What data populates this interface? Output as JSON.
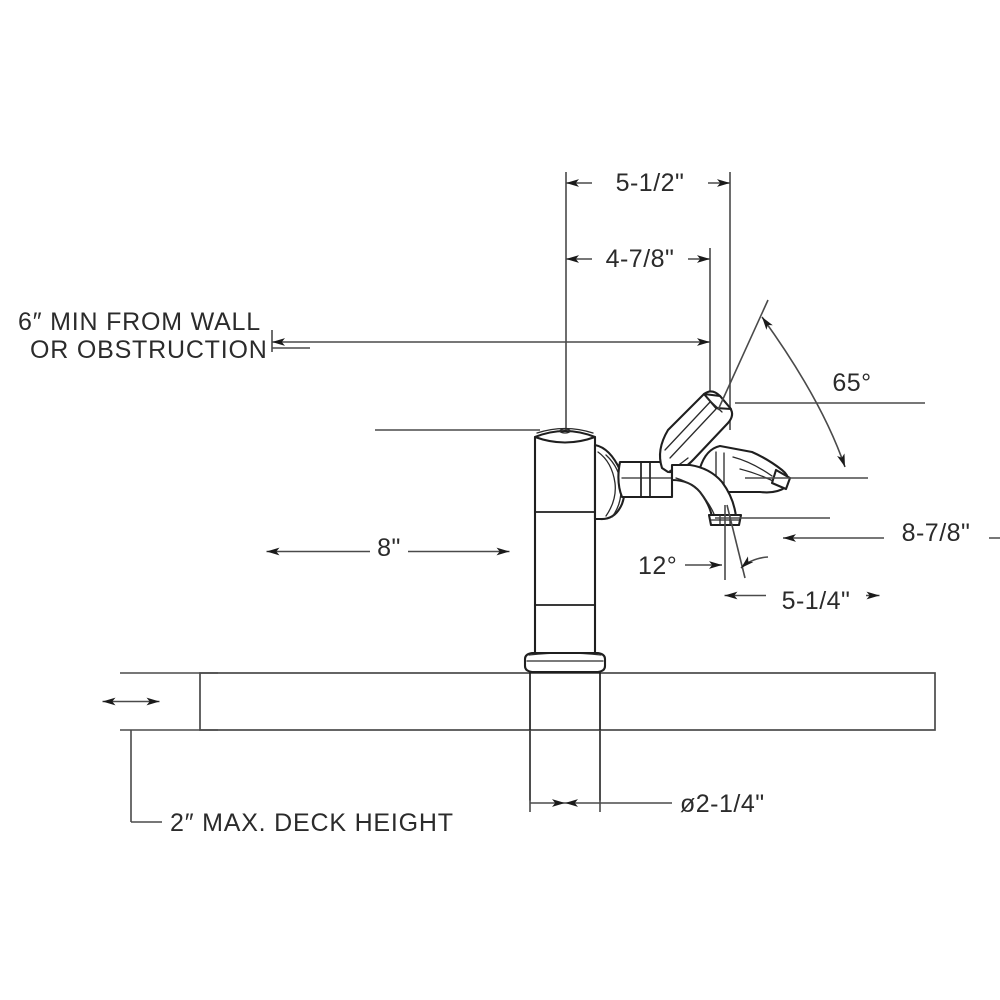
{
  "drawing": {
    "title": "Deck-mount faucet installation dimension drawing",
    "units": "inches",
    "line_color": "#4a4a4a",
    "object_color": "#1f1f1f",
    "text_color": "#2b2b2b",
    "background": "#ffffff"
  },
  "dimensions": {
    "spout_reach_overall": "5-1/2\"",
    "spout_reach_inner": "4-7/8\"",
    "wall_clearance_note_line1": "6″ MIN FROM WALL",
    "wall_clearance_note_line2": "OR OBSTRUCTION",
    "column_height": "8\"",
    "handle_angle": "65°",
    "spout_outlet_angle": "12°",
    "overall_height": "8-7/8\"",
    "outlet_height": "5-1/4\"",
    "deck_height_note": "2″ MAX. DECK HEIGHT",
    "shank_diameter": "ø2-1/4\""
  }
}
